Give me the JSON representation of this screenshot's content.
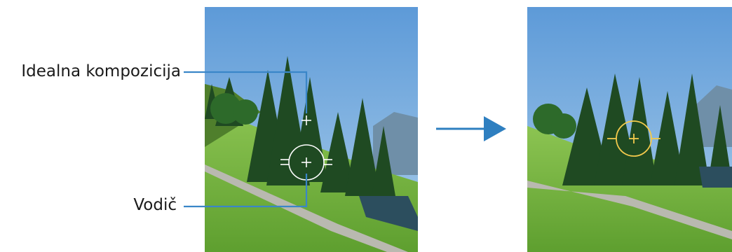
{
  "callouts": {
    "ideal_composition": "Idealna kompozicija",
    "guide": "Vodič"
  },
  "photos": {
    "before": {
      "description_icon": "landscape-photo-viewfinder"
    },
    "after": {
      "description_icon": "landscape-photo-viewfinder"
    }
  },
  "icons": {
    "arrow": "arrow-right-icon",
    "guide": "focus-guide-icon",
    "ideal": "crosshair-icon"
  },
  "colors": {
    "line": "#3a86c8",
    "arrow": "#2e7fc0",
    "guide_white": "#ffffff",
    "guide_gold": "#f2c94c",
    "sky": "#6ea6dc",
    "grass": "#7dbb45"
  }
}
